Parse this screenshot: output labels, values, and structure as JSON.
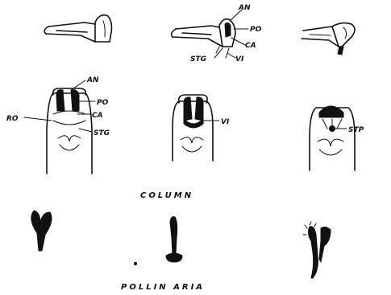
{
  "labels": {
    "an": "AN",
    "po": "PO",
    "ca": "CA",
    "stg": "STG",
    "vi": "VI",
    "ro": "RO",
    "stp": "STP"
  },
  "captions": {
    "column": "COLUMN",
    "pollinaria": "POLLIN ARIA"
  },
  "colors": {
    "ink": "#111111",
    "paper": "#ffffff"
  }
}
